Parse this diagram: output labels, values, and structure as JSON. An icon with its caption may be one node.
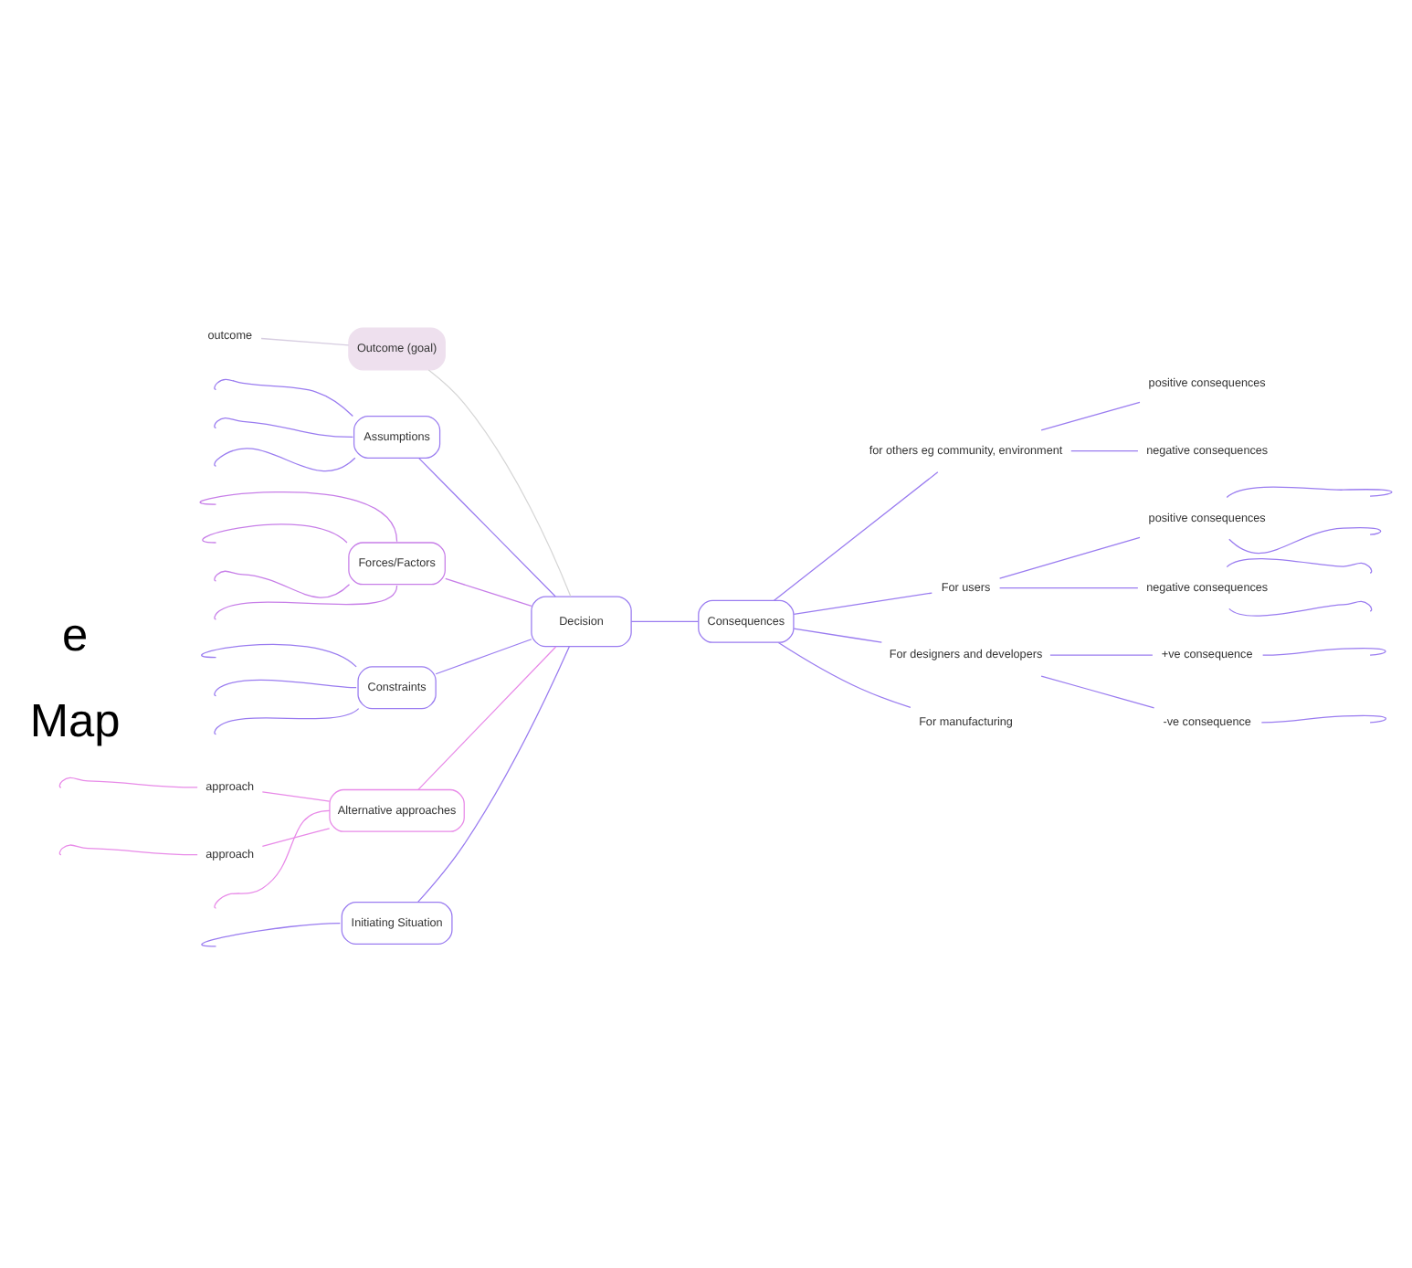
{
  "diagram": {
    "nodes": [
      {
        "text": [
          "Initiating Situation"
        ]
      },
      {
        "text": [
          "outcome"
        ]
      },
      {
        "text": [
          "Outcome (goal)"
        ]
      },
      {
        "text": [
          "Assumptions"
        ]
      },
      {
        "text": [
          "Forces/Factors"
        ]
      },
      {
        "text": [
          "Constraints"
        ]
      },
      {
        "text": [
          "approach"
        ]
      },
      {
        "text": [
          "approach"
        ]
      },
      {
        "text": [
          "Alternative approaches"
        ]
      },
      {
        "text": [
          "Decision"
        ]
      },
      {
        "text": [
          "Consequences"
        ]
      },
      {
        "text": [
          "for others eg community, environment"
        ]
      },
      {
        "text": [
          "positive consequences"
        ]
      },
      {
        "text": [
          "negative consequences"
        ]
      },
      {
        "text": [
          "For users"
        ]
      },
      {
        "text": [
          "positive consequences"
        ]
      },
      {
        "text": [
          "negative consequences"
        ]
      },
      {
        "text": [
          "For designers and developers"
        ]
      },
      {
        "text": [
          "+ve consequence"
        ]
      },
      {
        "text": [
          "-ve consequence"
        ]
      },
      {
        "text": [
          "For manufacturing"
        ]
      }
    ],
    "edges": [
      {
        "from": null,
        "to": 0,
        "arrow": "none"
      },
      {
        "from": 0,
        "to": 9,
        "arrow": "none"
      },
      {
        "from": 1,
        "to": 2,
        "arrow": "none",
        "color": "#d6cce0"
      },
      {
        "from": 2,
        "to": 9,
        "arrow": "none",
        "color": "#d6d6d6"
      },
      {
        "from": null,
        "to": 3,
        "arrow": "none"
      },
      {
        "from": null,
        "to": 3,
        "arrow": "none"
      },
      {
        "from": null,
        "to": 3,
        "arrow": "none"
      },
      {
        "from": 3,
        "to": 9,
        "arrow": "none"
      },
      {
        "from": null,
        "to": 4,
        "arrow": "none",
        "color": "#c77ee8"
      },
      {
        "from": null,
        "to": 4,
        "arrow": "none",
        "color": "#c77ee8"
      },
      {
        "from": null,
        "to": 4,
        "arrow": "none",
        "color": "#c77ee8"
      },
      {
        "from": null,
        "to": 4,
        "arrow": "none",
        "color": "#c77ee8"
      },
      {
        "from": 4,
        "to": 9,
        "arrow": "none",
        "color": "#c77ee8"
      },
      {
        "from": null,
        "to": 5,
        "arrow": "none"
      },
      {
        "from": null,
        "to": 5,
        "arrow": "none"
      },
      {
        "from": null,
        "to": 5,
        "arrow": "none"
      },
      {
        "from": 5,
        "to": 9,
        "arrow": "none"
      },
      {
        "from": null,
        "to": 6,
        "arrow": "none",
        "color": "#e88ae8"
      },
      {
        "from": 6,
        "to": 8,
        "arrow": "none",
        "color": "#e88ae8"
      },
      {
        "from": 7,
        "to": 8,
        "arrow": "none",
        "color": "#e88ae8"
      },
      {
        "from": null,
        "to": 8,
        "arrow": "none",
        "color": "#e88ae8"
      },
      {
        "from": null,
        "to": 7,
        "arrow": "none",
        "color": "#e88ae8"
      },
      {
        "from": 8,
        "to": 9,
        "arrow": "none",
        "color": "#e88ae8"
      },
      {
        "from": 9,
        "to": 10,
        "arrow": "none"
      },
      {
        "from": 10,
        "to": 11,
        "arrow": "none"
      },
      {
        "from": 11,
        "to": 12,
        "arrow": "none"
      },
      {
        "from": 11,
        "to": 13,
        "arrow": "none"
      },
      {
        "from": 10,
        "to": 14,
        "arrow": "none"
      },
      {
        "from": 14,
        "to": 15,
        "arrow": "none"
      },
      {
        "from": 14,
        "to": 16,
        "arrow": "none"
      },
      {
        "from": 15,
        "to": null,
        "arrow": "none"
      },
      {
        "from": 15,
        "to": null,
        "arrow": "none"
      },
      {
        "from": 16,
        "to": null,
        "arrow": "none"
      },
      {
        "from": 16,
        "to": null,
        "arrow": "none"
      },
      {
        "from": 10,
        "to": 17,
        "arrow": "none"
      },
      {
        "from": 17,
        "to": 18,
        "arrow": "none"
      },
      {
        "from": 17,
        "to": 19,
        "arrow": "none"
      },
      {
        "from": 18,
        "to": null,
        "arrow": "none"
      },
      {
        "from": 19,
        "to": null,
        "arrow": "none"
      },
      {
        "from": 10,
        "to": 20,
        "arrow": "none"
      }
    ],
    "labels": [
      "Map",
      "e"
    ]
  }
}
